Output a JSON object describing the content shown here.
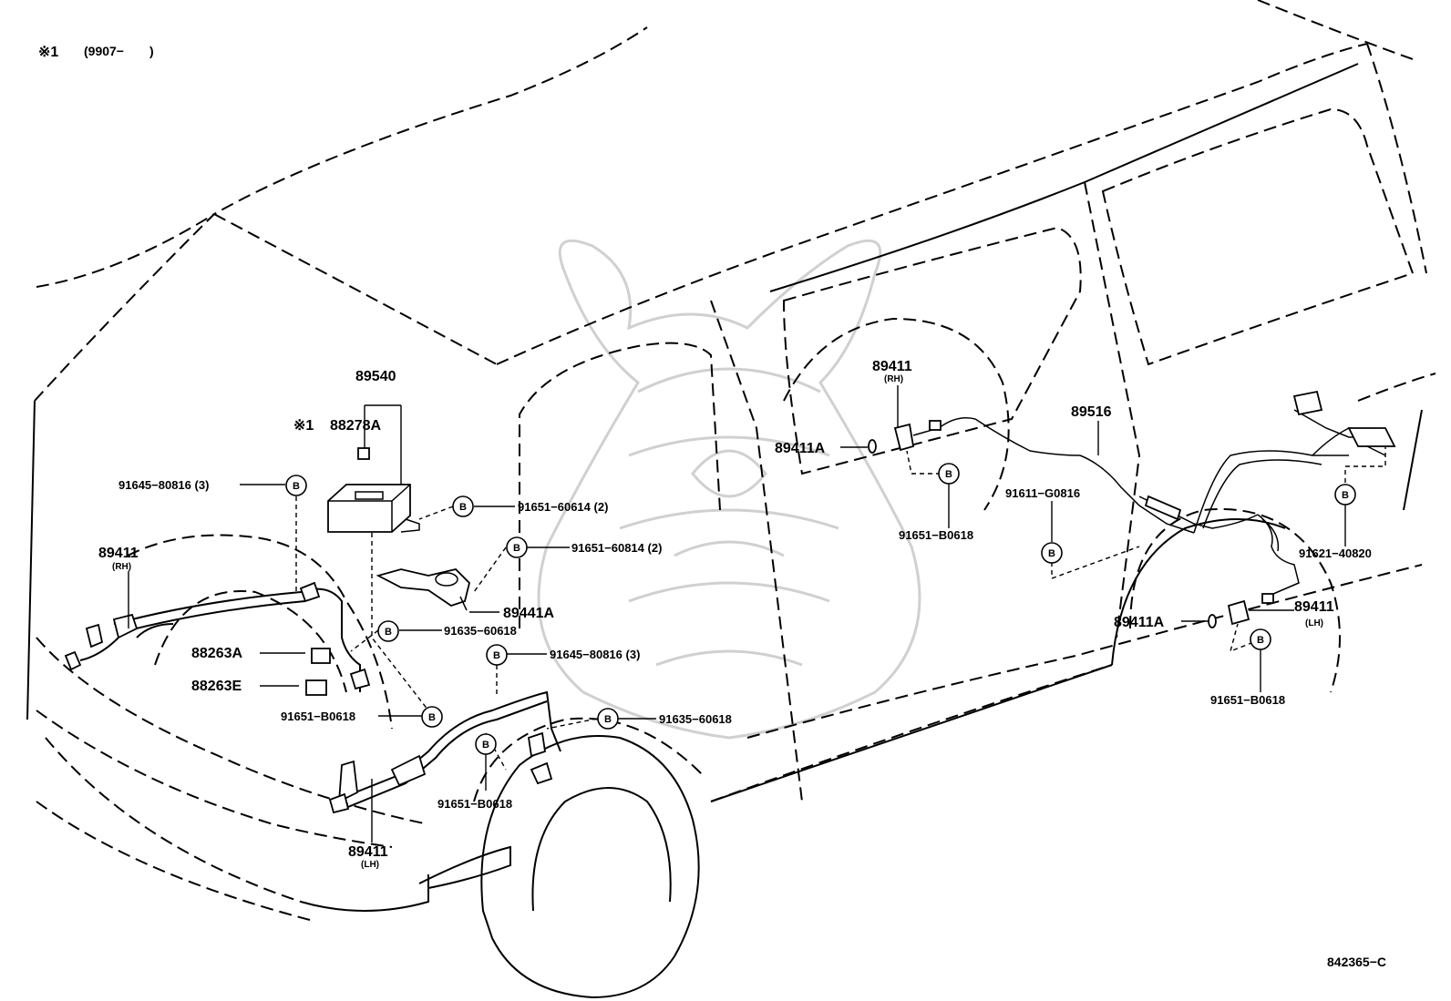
{
  "note": {
    "mark": "※1",
    "range": "(9907−　　)"
  },
  "drawing_number": "842365−C",
  "bolt_symbol": "B",
  "labels": {
    "l_89540": "89540",
    "l_88278a_mark": "※1",
    "l_88278a": "88278A",
    "l_91645_a": "91645−80816 (3)",
    "l_91651_60614": "91651−60614 (2)",
    "l_91651_60814": "91651−60814 (2)",
    "l_89441a": "89441A",
    "l_89411_rh_front": "89411",
    "l_rh_front": "(RH)",
    "l_88263a": "88263A",
    "l_88263e": "88263E",
    "l_91635_a": "91635−60618",
    "l_91645_b": "91645−80816 (3)",
    "l_91651_b0618_front": "91651−B0618",
    "l_91635_b": "91635−60618",
    "l_91651_b0618_lh": "91651−B0618",
    "l_89411_lh_front": "89411",
    "l_lh_front": "(LH)",
    "l_89411_rh_rear": "89411",
    "l_rh_rear": "(RH)",
    "l_89411a_rh": "89411A",
    "l_91651_b0618_rr": "91651−B0618",
    "l_89516": "89516",
    "l_91611_g0816": "91611−G0816",
    "l_91621_40820": "91621−40820",
    "l_89411a_lh": "89411A",
    "l_89411_lh_rear": "89411",
    "l_lh_rear": "(LH)",
    "l_91651_b0618_rl": "91651−B0618"
  }
}
